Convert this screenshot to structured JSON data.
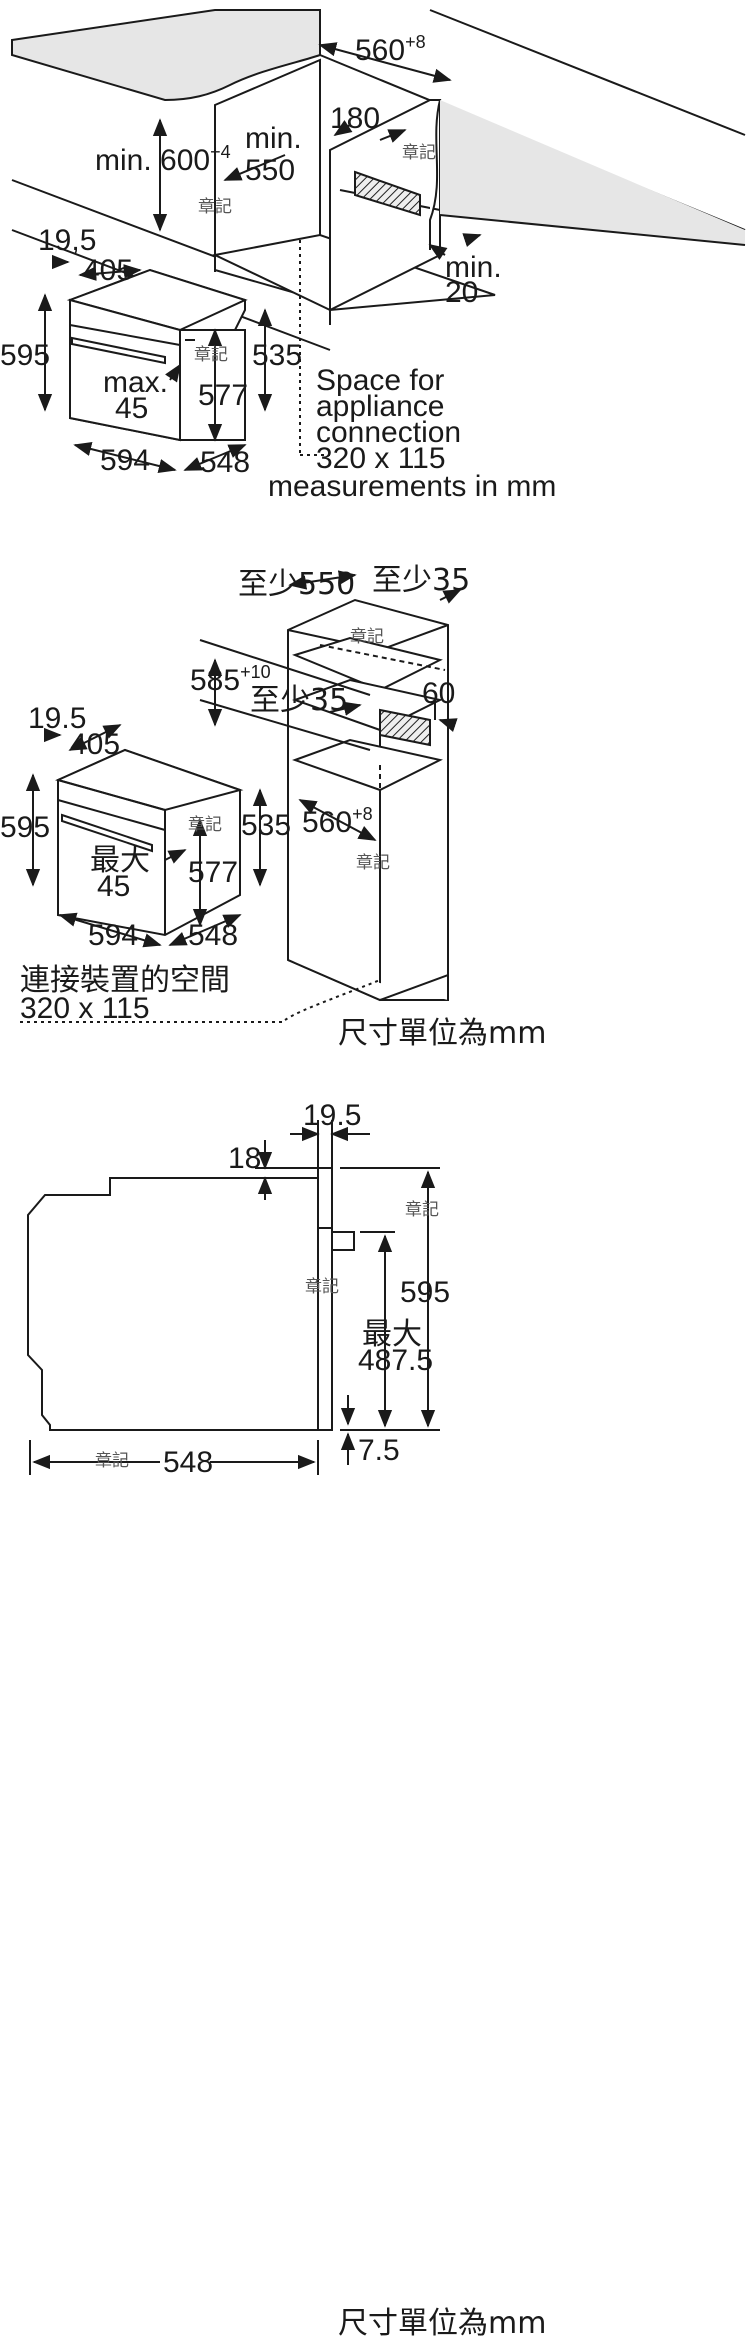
{
  "diagram1": {
    "dim_width": "560",
    "dim_width_tol": "+8",
    "dim_height_prefix": "min. 600",
    "dim_height_tol": "+4",
    "dim_depth_line1": "min.",
    "dim_depth_line2": "550",
    "dim_vent": "180",
    "dim_gap_line1": "min.",
    "dim_gap_line2": "20",
    "dim_door": "19,5",
    "dim_top_depth": "405",
    "dim_h_left": "595",
    "dim_h_right": "535",
    "dim_inner": "577",
    "dim_max_line1": "max.",
    "dim_max_line2": "45",
    "dim_w": "594",
    "dim_d": "548",
    "note_lines": [
      "Space for",
      "appliance",
      "connection",
      "320 x 115"
    ],
    "units": "measurements in mm",
    "stamp": "章記"
  },
  "diagram2": {
    "dim_top": "至少550",
    "dim_top_right": "至少35",
    "dim_height": "585",
    "dim_height_tol": "+10",
    "dim_min35": "至少35",
    "dim_60": "60",
    "dim_door": "19.5",
    "dim_top_depth": "405",
    "dim_h_left": "595",
    "dim_h_right": "535",
    "dim_inner": "577",
    "dim_max_line1": "最大",
    "dim_max_line2": "45",
    "dim_w": "594",
    "dim_d": "548",
    "dim_niche": "560",
    "dim_niche_tol": "+8",
    "note_lines": [
      "連接裝置的空間",
      "320 x 115"
    ],
    "units": "尺寸單位為mm",
    "stamp": "章記"
  },
  "diagram3": {
    "dim_door": "19.5",
    "dim_top_gap": "18",
    "dim_height": "595",
    "dim_max_line1": "最大",
    "dim_max_line2": "487.5",
    "dim_bottom": "7.5",
    "dim_depth": "548",
    "units": "尺寸單位為mm",
    "stamp": "章記"
  }
}
